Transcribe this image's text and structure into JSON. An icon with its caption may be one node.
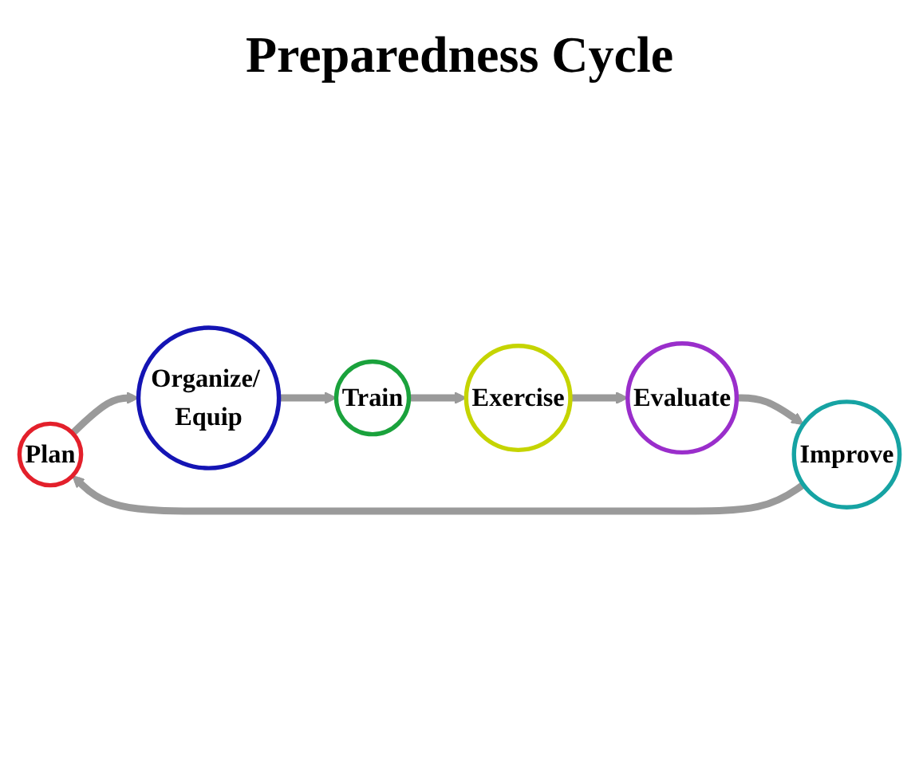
{
  "diagram": {
    "title": "Preparedness Cycle",
    "nodes": [
      {
        "text": [
          "Plan"
        ]
      },
      {
        "text": [
          "Organize/ Equip"
        ]
      },
      {
        "text": [
          "Train"
        ]
      },
      {
        "text": [
          "Exercise"
        ]
      },
      {
        "text": [
          "Evaluate"
        ]
      },
      {
        "text": [
          "Improve"
        ]
      }
    ],
    "edges": [
      {
        "from": 0,
        "to": 1,
        "arrow": "to"
      },
      {
        "from": 1,
        "to": 2,
        "arrow": "to"
      },
      {
        "from": 2,
        "to": 3,
        "arrow": "to"
      },
      {
        "from": 3,
        "to": 4,
        "arrow": "to"
      },
      {
        "from": 4,
        "to": 5,
        "arrow": "to"
      },
      {
        "from": 5,
        "to": 0,
        "arrow": "to"
      }
    ]
  }
}
